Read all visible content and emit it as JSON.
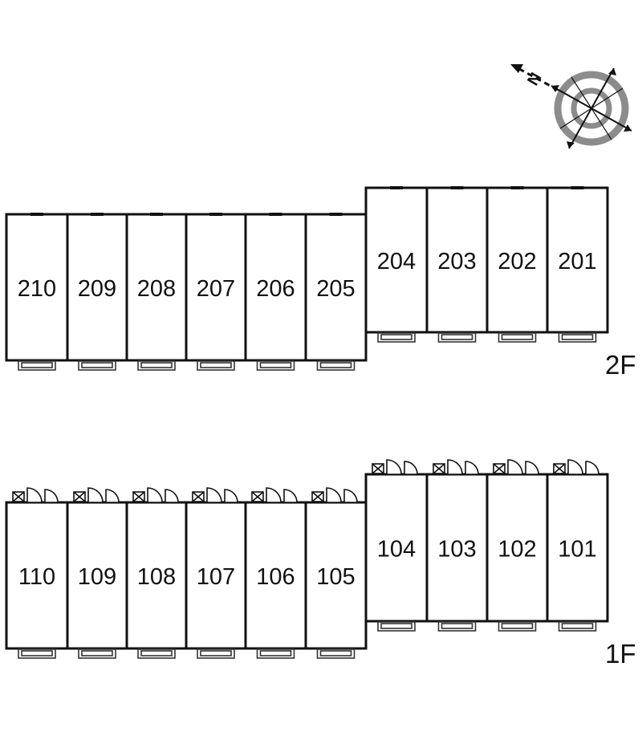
{
  "compass": {
    "north_label": "N",
    "north_icon": "north-arrow-icon",
    "rose_icon": "compass-rose-icon"
  },
  "floors": [
    {
      "label": "2F",
      "units": [
        "210",
        "209",
        "208",
        "207",
        "206",
        "205",
        "204",
        "203",
        "202",
        "201"
      ],
      "door_symbols": false
    },
    {
      "label": "1F",
      "units": [
        "110",
        "109",
        "108",
        "107",
        "106",
        "105",
        "104",
        "103",
        "102",
        "101"
      ],
      "door_symbols": true
    }
  ],
  "colors": {
    "line": "#111111",
    "compass_gray": "#8c8c8c",
    "background": "#ffffff"
  }
}
